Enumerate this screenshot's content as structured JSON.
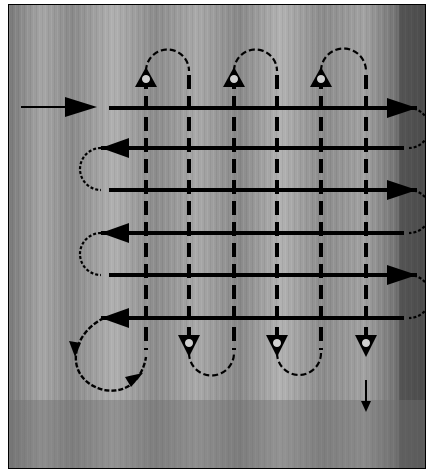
{
  "figure": {
    "description_visible_text": [],
    "background": {
      "base_color": "#8e8e8e",
      "dark_color": "#4a4a4a",
      "light_color": "#c9c9c9"
    },
    "path": {
      "color": "#000000",
      "horizontal_passes": 6,
      "vertical_passes": 6,
      "entry_arrow": "left-to-right",
      "exit_arrow": "downward",
      "up_markers": 3,
      "down_markers": 3
    }
  }
}
